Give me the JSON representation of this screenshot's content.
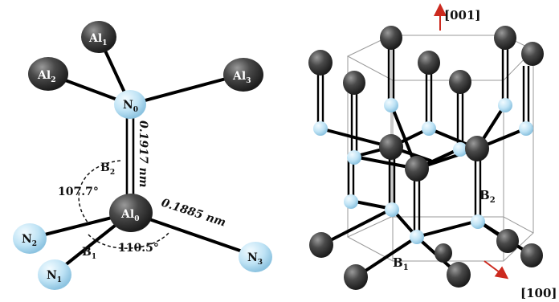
{
  "colors": {
    "al_atom": "#3a3a3a",
    "n_atom": "#bfe3f5",
    "bond": "#000000",
    "frame": "#9a9a9a",
    "arrow": "#cc2a1f",
    "text": "#111111"
  },
  "left_cluster": {
    "atoms": {
      "al1": {
        "element": "Al",
        "subscript": "1"
      },
      "al2": {
        "element": "Al",
        "subscript": "2"
      },
      "al3": {
        "element": "Al",
        "subscript": "3"
      },
      "n0": {
        "element": "N",
        "subscript": "0"
      },
      "al0": {
        "element": "Al",
        "subscript": "0"
      },
      "n1": {
        "element": "N",
        "subscript": "1"
      },
      "n2": {
        "element": "N",
        "subscript": "2"
      },
      "n3": {
        "element": "N",
        "subscript": "3"
      }
    },
    "bond_labels": {
      "b2": {
        "letter": "B",
        "subscript": "2"
      },
      "b1": {
        "letter": "B",
        "subscript": "1"
      }
    },
    "lengths": {
      "axial": "0.1917 nm",
      "basal": "0.1885 nm"
    },
    "angles": {
      "upper": "107.7°",
      "lower": "110.5°"
    }
  },
  "right_cell": {
    "axes": {
      "c_axis": "[001]",
      "a_axis": "[100]"
    },
    "bond_labels": {
      "b2": {
        "letter": "B",
        "subscript": "2"
      },
      "b1": {
        "letter": "B",
        "subscript": "1"
      }
    }
  }
}
